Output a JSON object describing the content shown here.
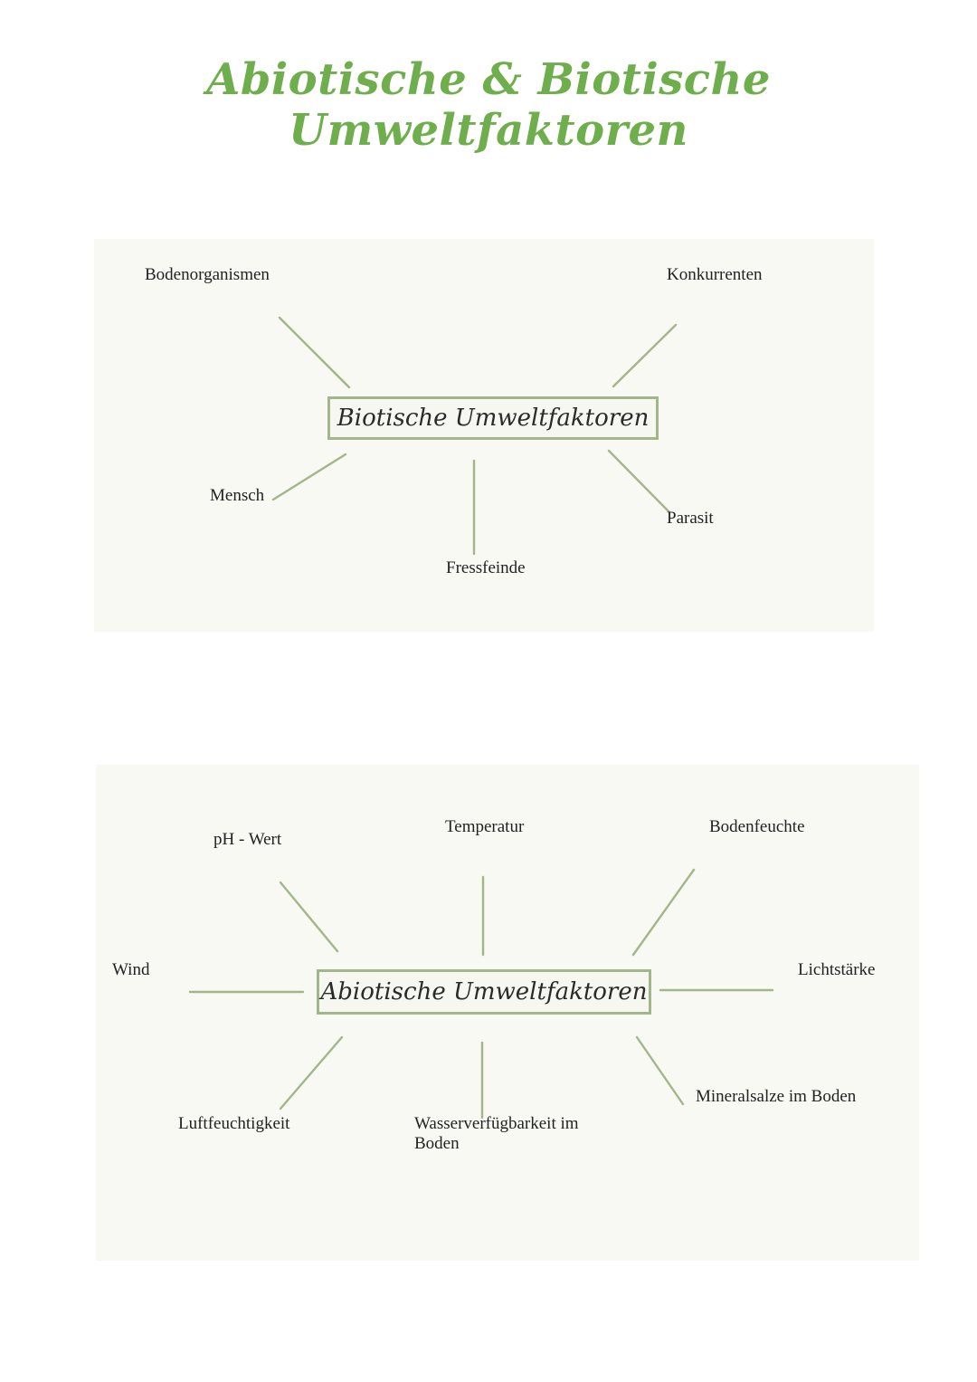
{
  "title": "Abiotische & Biotische Umweltfaktoren",
  "line_color": "#a3b58a",
  "title_color": "#6fae4c",
  "diagrams": {
    "biotic": {
      "center": "Biotische Umweltfaktoren",
      "factors": {
        "bodenorganismen": "Bodenorganismen",
        "konkurrenten": "Konkurrenten",
        "mensch": "Mensch",
        "parasit": "Parasit",
        "fressfeinde": "Fressfeinde"
      }
    },
    "abiotic": {
      "center": "Abiotische Umweltfaktoren",
      "factors": {
        "ph_wert": "pH - Wert",
        "temperatur": "Temperatur",
        "bodenfeuchte": "Bodenfeuchte",
        "wind": "Wind",
        "lichtstaerke": "Lichtstärke",
        "luftfeuchtigkeit": "Luftfeuchtigkeit",
        "wasserverfuegbarkeit": "Wasserverfügbarkeit im Boden",
        "mineralsalze": "Mineralsalze im Boden"
      }
    }
  }
}
